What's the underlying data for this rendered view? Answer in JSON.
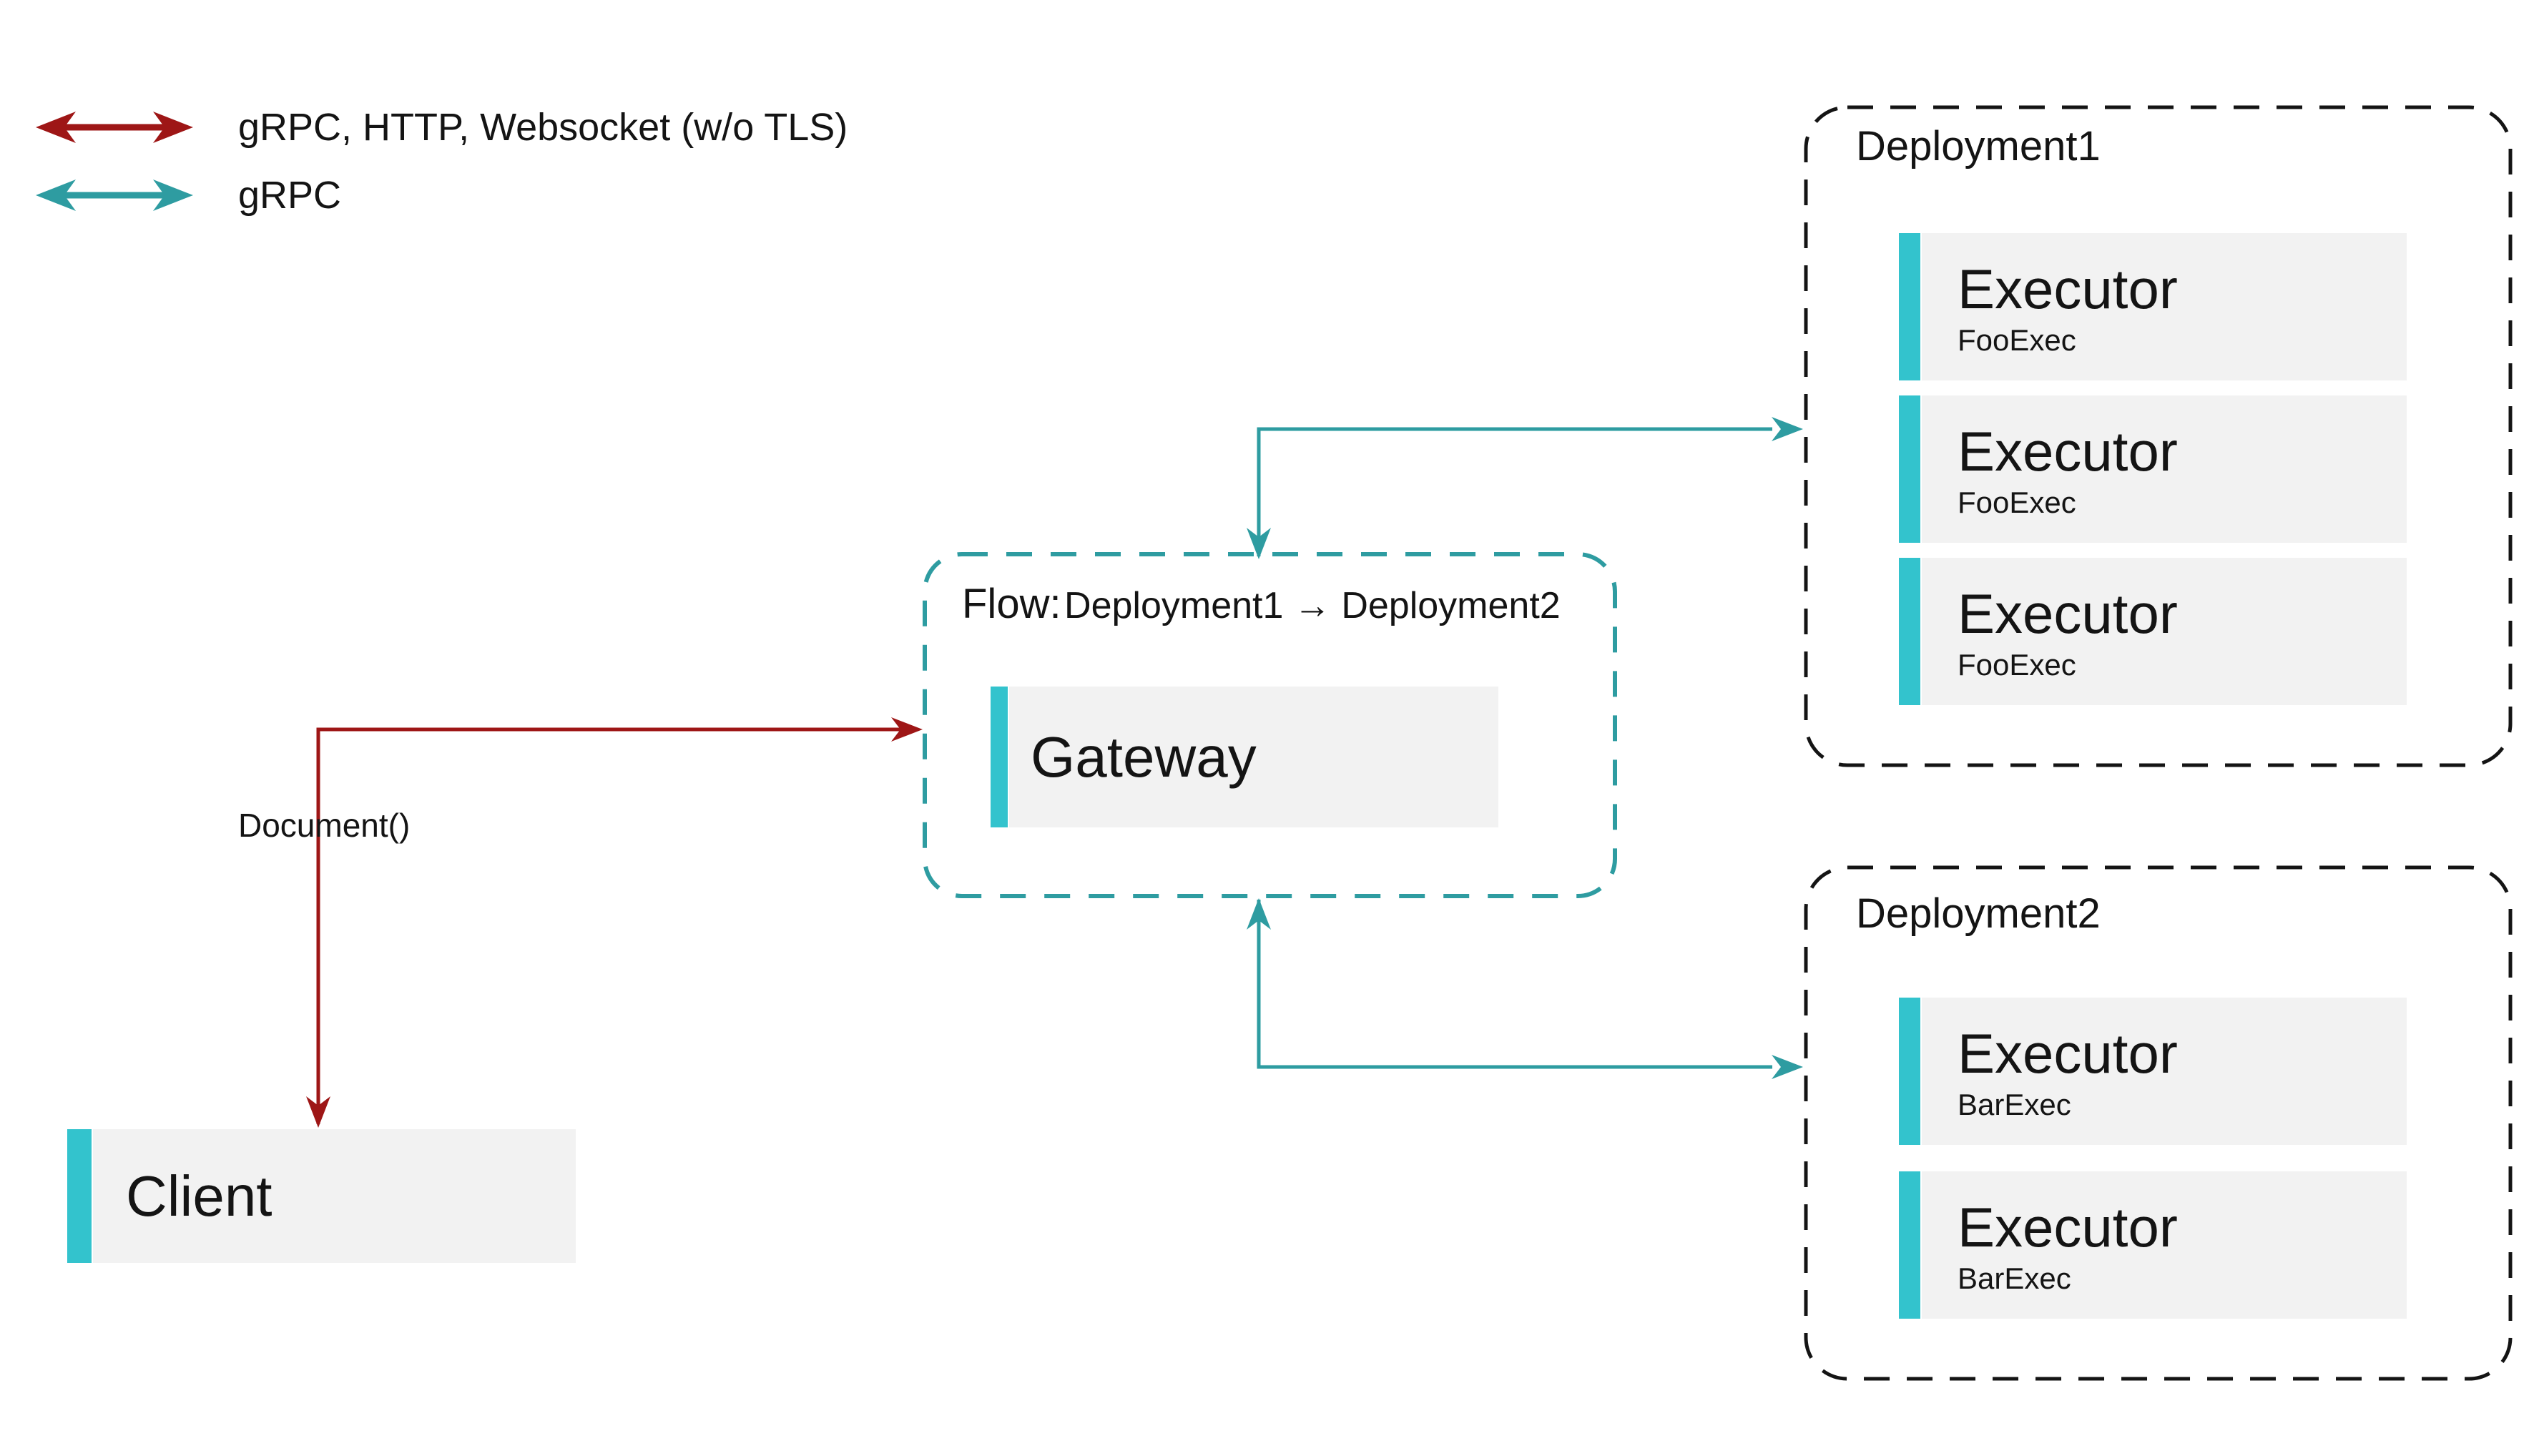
{
  "colors": {
    "red": "#9e1616",
    "teal": "#2e9ca1",
    "cyan": "#33c3cd",
    "card_bg": "#f2f2f2",
    "ink": "#141414"
  },
  "legend": {
    "items": [
      {
        "label": "gRPC, HTTP, Websocket (w/o TLS)",
        "color": "#9e1616"
      },
      {
        "label": "gRPC",
        "color": "#2e9ca1"
      }
    ]
  },
  "edges": {
    "client_gateway_label": "Document()"
  },
  "flow": {
    "label_prefix": "Flow:",
    "label_route": "Deployment1 → Deployment2",
    "gateway": {
      "title": "Gateway"
    }
  },
  "client": {
    "title": "Client"
  },
  "deployments": [
    {
      "title": "Deployment1",
      "executors": [
        {
          "title": "Executor",
          "subtitle": "FooExec"
        },
        {
          "title": "Executor",
          "subtitle": "FooExec"
        },
        {
          "title": "Executor",
          "subtitle": "FooExec"
        }
      ]
    },
    {
      "title": "Deployment2",
      "executors": [
        {
          "title": "Executor",
          "subtitle": "BarExec"
        },
        {
          "title": "Executor",
          "subtitle": "BarExec"
        }
      ]
    }
  ]
}
